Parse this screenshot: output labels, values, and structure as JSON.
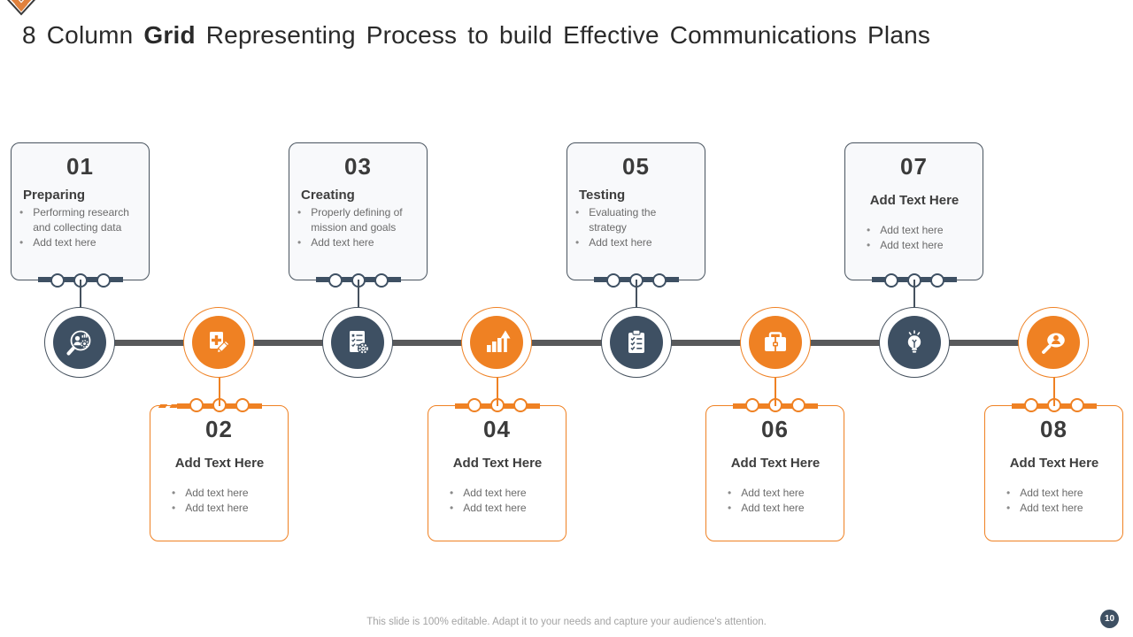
{
  "slide": {
    "title": {
      "prefix": "8 Column ",
      "bold": "Grid",
      "suffix": " Representing Process to build Effective Communications Plans"
    },
    "footer": "This slide is 100% editable. Adapt it to your needs and capture your audience's attention.",
    "page_number": "10"
  },
  "colors": {
    "navy": "#3e5063",
    "orange": "#ef8123",
    "connector_gray": "#58595b",
    "top_card_bg": "#f8f9fb",
    "title_text": "#2a2a2a",
    "body_text": "#6b6b6b"
  },
  "steps": [
    {
      "number": "01",
      "title": "Preparing",
      "bullets": [
        "Performing research and collecting data",
        "Add text here"
      ],
      "icon": "research-icon",
      "row": "top",
      "accent": "navy"
    },
    {
      "number": "02",
      "title": "Add Text Here",
      "bullets": [
        "Add text here",
        "Add text here"
      ],
      "icon": "note-edit-icon",
      "row": "bottom",
      "accent": "orange"
    },
    {
      "number": "03",
      "title": "Creating",
      "bullets": [
        "Properly defining of mission and goals",
        "Add text here"
      ],
      "icon": "document-gear-icon",
      "row": "top",
      "accent": "navy"
    },
    {
      "number": "04",
      "title": "Add Text Here",
      "bullets": [
        "Add text here",
        "Add text here"
      ],
      "icon": "bar-chart-icon",
      "row": "bottom",
      "accent": "orange"
    },
    {
      "number": "05",
      "title": "Testing",
      "bullets": [
        "Evaluating the strategy",
        "Add text here"
      ],
      "icon": "clipboard-checklist-icon",
      "row": "top",
      "accent": "navy"
    },
    {
      "number": "06",
      "title": "Add Text Here",
      "bullets": [
        "Add text here",
        "Add text here"
      ],
      "icon": "briefcase-icon",
      "row": "bottom",
      "accent": "orange"
    },
    {
      "number": "07",
      "title": "Add Text Here",
      "bullets": [
        "Add text here",
        "Add text here"
      ],
      "icon": "lightbulb-icon",
      "row": "top",
      "accent": "navy"
    },
    {
      "number": "08",
      "title": "Add Text Here",
      "bullets": [
        "Add text here",
        "Add text here"
      ],
      "icon": "search-person-icon",
      "row": "bottom",
      "accent": "orange"
    }
  ]
}
